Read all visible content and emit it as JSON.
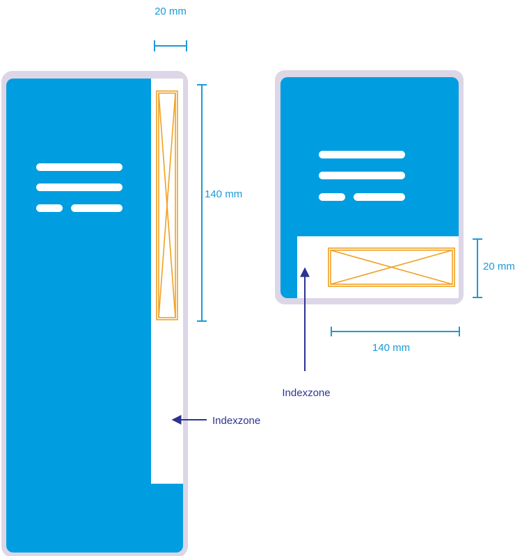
{
  "colors": {
    "envelope_blue": "#009ee0",
    "border_lilac": "#dcd6e6",
    "zone_white": "#ffffff",
    "placeholder_orange": "#f0a020",
    "dimension_blue": "#1a9ad6",
    "arrow_navy": "#2b3390"
  },
  "portrait": {
    "width_dim": "20 mm",
    "height_dim": "140 mm",
    "index_label": "Indexzone"
  },
  "landscape": {
    "height_dim": "20 mm",
    "width_dim": "140 mm",
    "index_label": "Indexzone"
  }
}
